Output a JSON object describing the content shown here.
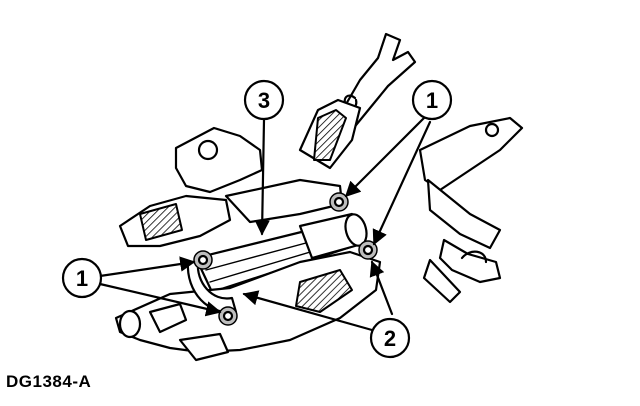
{
  "figure": {
    "id_label": "DG1384-A"
  },
  "callouts": [
    {
      "label": "1"
    },
    {
      "label": "1"
    },
    {
      "label": "2"
    },
    {
      "label": "3"
    }
  ]
}
